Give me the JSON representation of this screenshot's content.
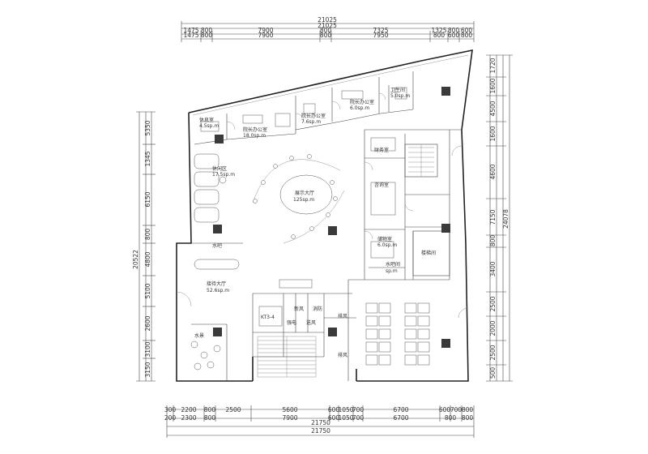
{
  "dimensions": {
    "top_total_1": "21025",
    "top_total_2": "21025",
    "top_segments_a": [
      "1475",
      "800",
      "7900",
      "800",
      "7325",
      "1325",
      "800",
      "600"
    ],
    "top_segments_b": [
      "1475",
      "800",
      "7900",
      "800",
      "7950",
      "800",
      "600",
      "800"
    ],
    "bottom_segments_a": [
      "300",
      "2200",
      "800",
      "2500",
      "5600",
      "600",
      "1050",
      "700",
      "6700",
      "600",
      "700",
      "800"
    ],
    "bottom_segments_b": [
      "200",
      "2300",
      "800",
      "7900",
      "600",
      "1050",
      "700",
      "6700",
      "800",
      "800"
    ],
    "bottom_total_1": "21750",
    "bottom_total_2": "21750",
    "left_total": "20522",
    "left_segments": [
      "5350",
      "1345",
      "6150",
      "800",
      "4800",
      "5100",
      "2600",
      "3100",
      "3150"
    ],
    "right_total": "24078",
    "right_segments": [
      "1720",
      "1600",
      "4500",
      "1600",
      "4600",
      "7150",
      "800",
      "3400",
      "2500",
      "2000",
      "2500",
      "500"
    ]
  },
  "rooms": [
    {
      "name": "休息室",
      "area": "4.5sp.m"
    },
    {
      "name": "院长办公室",
      "area": "18.0sp.m"
    },
    {
      "name": "院长办公室",
      "area": "7.6sp.m"
    },
    {
      "name": "院长办公室",
      "area": "6.0sp.m"
    },
    {
      "name": "卫生间",
      "area": "5.0sp.m"
    },
    {
      "name": "休闲区",
      "area": "17.5sp.m"
    },
    {
      "name": "展示大厅",
      "area": "125sp.m"
    },
    {
      "name": "财务室",
      "area": ""
    },
    {
      "name": "咨询室",
      "area": ""
    },
    {
      "name": "储物室",
      "area": "6.0sp.m"
    },
    {
      "name": "楼梯间",
      "area": ""
    },
    {
      "name": "水吧",
      "area": ""
    },
    {
      "name": "水吧间",
      "area": "sp.m"
    },
    {
      "name": "接待大厅",
      "area": "52.6sp.m"
    },
    {
      "name": "水景",
      "area": ""
    },
    {
      "name": "排风",
      "area": ""
    },
    {
      "name": "排风",
      "area": ""
    },
    {
      "name": "新风",
      "area": ""
    },
    {
      "name": "消防",
      "area": ""
    },
    {
      "name": "强电",
      "area": ""
    },
    {
      "name": "送风",
      "area": ""
    }
  ],
  "equipment_label": "KT3-4"
}
